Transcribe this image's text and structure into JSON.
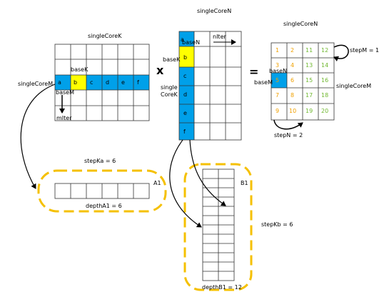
{
  "colors": {
    "blue": "#00a0e9",
    "yellow": "#ffff00",
    "dashed": "#f5c000",
    "orange_num": "#f0a000",
    "green_num": "#70b830",
    "grid": "#333333"
  },
  "matrix_a": {
    "title": "singleCoreK",
    "side_label": "singleCoreM",
    "base_k": "baseK",
    "base_m": "baseM",
    "m_iter": "mIter",
    "cells": [
      "a",
      "b",
      "c",
      "d",
      "e",
      "f"
    ]
  },
  "operator_times": "x",
  "matrix_b": {
    "title": "singleCoreN",
    "base_n": "baseN",
    "n_iter": "nIter",
    "base_k": "baseK",
    "side_label_line1": "single",
    "side_label_line2": "CoreK",
    "cells": [
      "a",
      "b",
      "c",
      "d",
      "e",
      "f"
    ]
  },
  "operator_equals": "=",
  "matrix_c": {
    "title": "singleCoreN",
    "base_n": "baseN",
    "base_m": "baseM",
    "side_label": "singleCoreM",
    "step_m": "stepM = 1",
    "step_n": "stepN = 2",
    "rows": [
      [
        "1",
        "2",
        "11",
        "12"
      ],
      [
        "3",
        "4",
        "13",
        "14"
      ],
      [
        "5",
        "6",
        "15",
        "16"
      ],
      [
        "7",
        "8",
        "17",
        "18"
      ],
      [
        "9",
        "10",
        "19",
        "20"
      ]
    ]
  },
  "buffer_a": {
    "name": "A1",
    "step_ka": "stepKa = 6",
    "depth": "depthA1 = 6"
  },
  "buffer_b": {
    "name": "B1",
    "step_kb": "stepKb = 6",
    "depth": "depthB1 = 12"
  }
}
